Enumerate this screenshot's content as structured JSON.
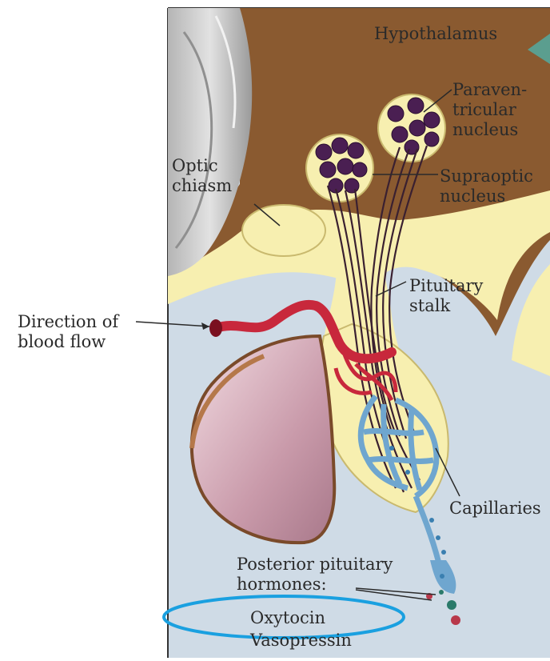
{
  "labels": {
    "hypothalamus": "Hypothalamus",
    "paraventricular": "Paraven-\ntricular\nnucleus",
    "optic_chiasm": "Optic\nchiasm",
    "supraoptic": "Supraoptic\nnucleus",
    "pituitary_stalk": "Pituitary\nstalk",
    "blood_flow": "Direction of\nblood flow",
    "capillaries": "Capillaries",
    "posterior_hormones": "Posterior pituitary\nhormones:",
    "oxytocin": "Oxytocin",
    "vasopressin": "Vasopressin"
  },
  "colors": {
    "hypothalamus_brown": "#8a5a30",
    "tissue_cream": "#f7efb0",
    "background_blue": "#cfdbe6",
    "neuron_purple": "#4a1f52",
    "artery_red": "#c8283c",
    "capillary_blue": "#6fa6cf",
    "anterior_lobe_pink": "#c39aa8",
    "highlight_ellipse": "#1aa0e0"
  }
}
